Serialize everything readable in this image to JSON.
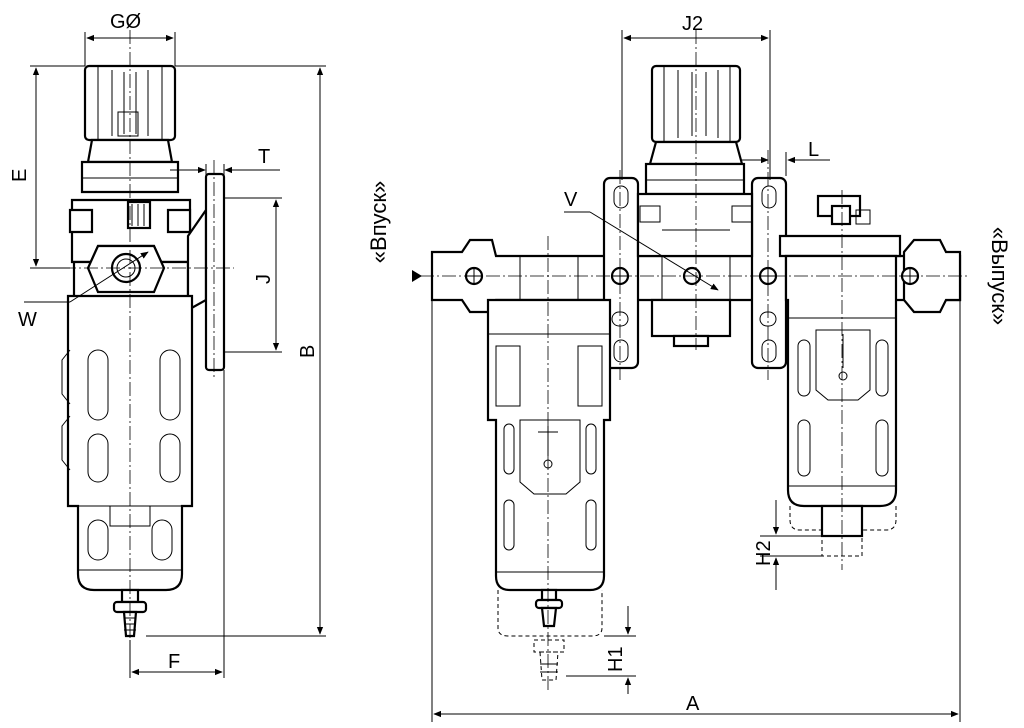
{
  "dimensions": {
    "g_diameter": "GØ",
    "e": "E",
    "t": "T",
    "j": "J",
    "w": "W",
    "b": "B",
    "f": "F",
    "j2": "J2",
    "l": "L",
    "v": "V",
    "h1": "H1",
    "h2": "H2",
    "a": "A"
  },
  "ports": {
    "inlet": "«Впуск»",
    "outlet": "«Выпуск»"
  }
}
